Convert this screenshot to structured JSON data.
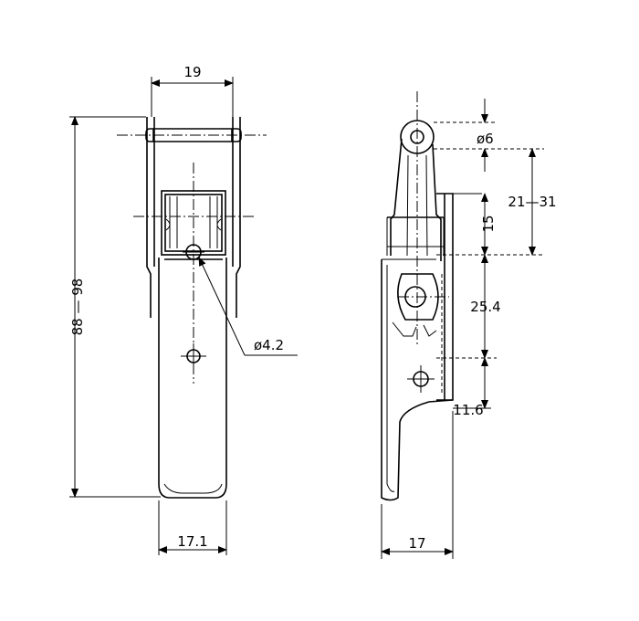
{
  "drawing": {
    "front_view": {
      "width_top": "19",
      "height_range": "88 — 98",
      "hole": "ø4.2",
      "width_bottom": "17.1"
    },
    "side_view": {
      "pin_dia": "ø6",
      "adjust_range": "21—31",
      "gap_15": "15",
      "pitch": "25.4",
      "offset": "11.6",
      "width_bottom": "17"
    }
  }
}
